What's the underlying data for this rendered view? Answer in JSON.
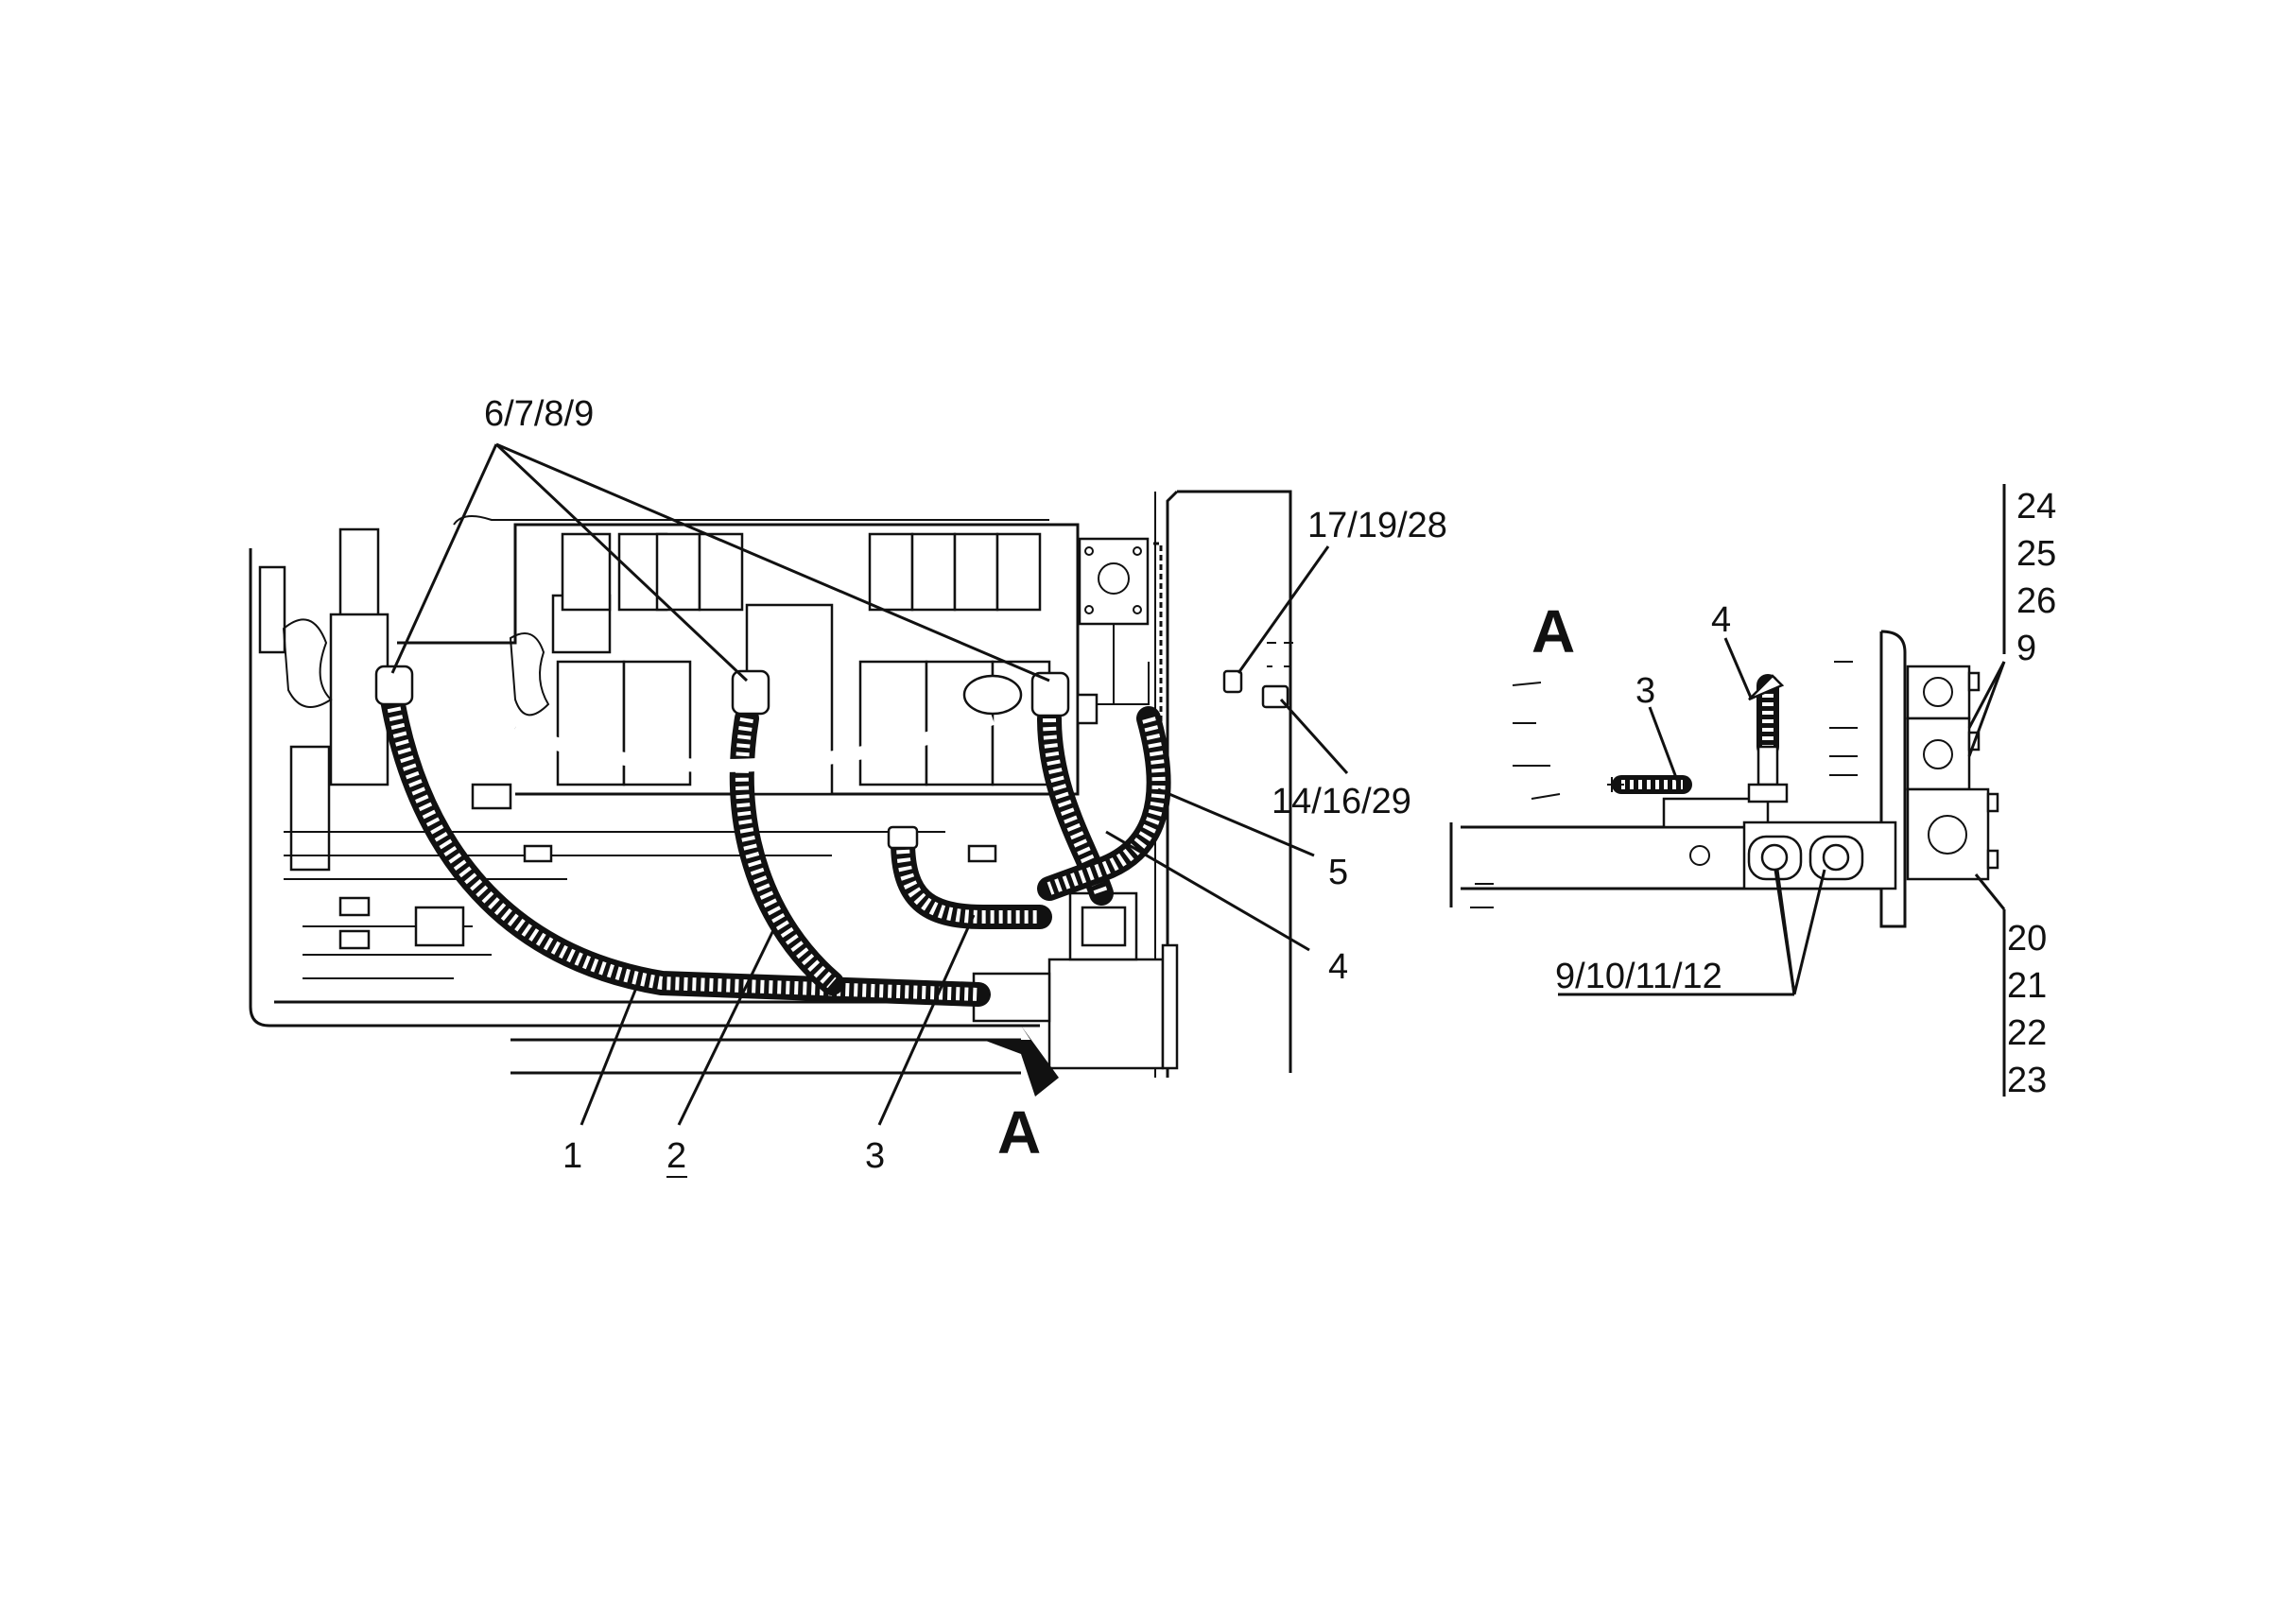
{
  "diagram": {
    "main_view_callouts": {
      "top_group": "6/7/8/9",
      "bottom": [
        "1",
        "2",
        "3"
      ],
      "right_upper": "17/19/28",
      "right_lower": "14/16/29",
      "hose_5": "5",
      "hose_4": "4"
    },
    "view_arrow_letter": "A",
    "detail_view": {
      "title": "A",
      "callouts": {
        "hose_3": "3",
        "hose_4": "4",
        "flange_group": "9/10/11/12",
        "top_right_list": [
          "24",
          "25",
          "26",
          "9"
        ],
        "bottom_right_list": [
          "20",
          "21",
          "22",
          "23"
        ]
      }
    },
    "colors": {
      "ink": "#111111",
      "paper": "#ffffff"
    }
  }
}
